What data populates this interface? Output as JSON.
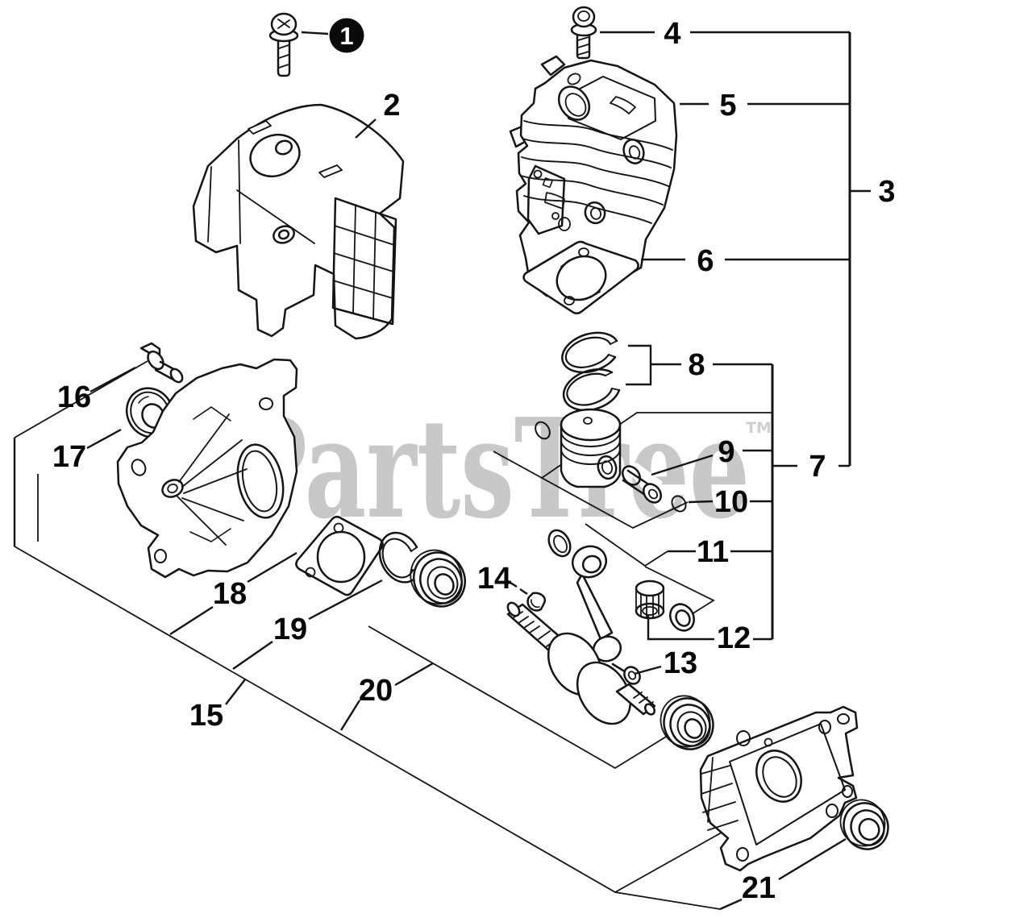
{
  "canvas": {
    "background": "#ffffff",
    "ink": "#141414"
  },
  "watermark": {
    "text": "PartsTree",
    "tm_symbol": "TM",
    "color": "#c8c8c8"
  },
  "callouts": [
    {
      "label": "1",
      "circled": true
    },
    {
      "label": "2"
    },
    {
      "label": "3"
    },
    {
      "label": "4"
    },
    {
      "label": "5"
    },
    {
      "label": "6"
    },
    {
      "label": "7"
    },
    {
      "label": "8"
    },
    {
      "label": "9"
    },
    {
      "label": "10"
    },
    {
      "label": "11"
    },
    {
      "label": "12"
    },
    {
      "label": "13"
    },
    {
      "label": "14"
    },
    {
      "label": "15"
    },
    {
      "label": "16"
    },
    {
      "label": "17"
    },
    {
      "label": "18"
    },
    {
      "label": "19"
    },
    {
      "label": "20"
    },
    {
      "label": "21"
    }
  ]
}
